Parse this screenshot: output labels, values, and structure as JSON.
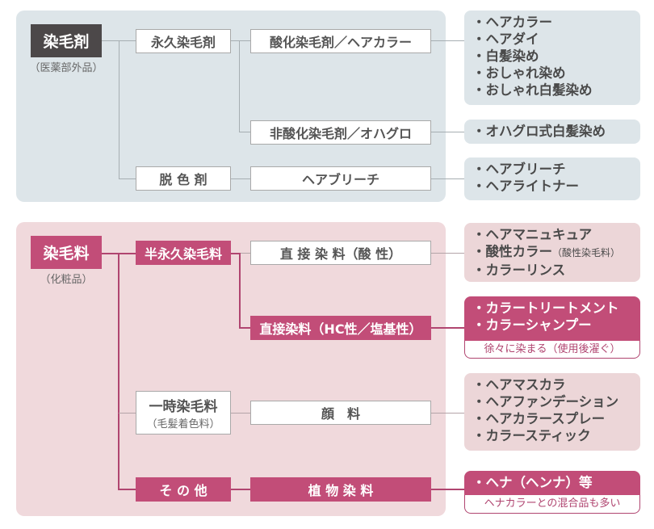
{
  "colors": {
    "gray_panel": "#dde5e9",
    "pink_panel": "#f0d9dc",
    "magenta": "#c24d78",
    "dark_node": "#4c4849"
  },
  "upper": {
    "root": {
      "label": "染毛剤",
      "sub": "（医薬部外品）"
    },
    "permanent": {
      "label": "永久染毛剤"
    },
    "oxidative": {
      "label": "酸化染毛剤／ヘアカラー"
    },
    "non_oxidative": {
      "label": "非酸化染毛剤／オハグロ"
    },
    "decolor": {
      "label": "脱 色 剤"
    },
    "bleach": {
      "label": "ヘアブリーチ"
    },
    "list_oxidative": [
      "・ヘアカラー",
      "・ヘアダイ",
      "・白髪染め",
      "・おしゃれ染め",
      "・おしゃれ白髪染め"
    ],
    "list_non_oxidative": [
      "・オハグロ式白髪染め"
    ],
    "list_bleach": [
      "・ヘアブリーチ",
      "・ヘアライトナー"
    ]
  },
  "lower": {
    "root": {
      "label": "染毛料",
      "sub": "（化粧品）"
    },
    "semi_permanent": {
      "label": "半永久染毛料"
    },
    "direct_acid": {
      "label": "直 接 染 料（酸 性）"
    },
    "direct_hc": {
      "label": "直接染料（HC性／塩基性）"
    },
    "temporary": {
      "label": "一時染毛料",
      "sub": "（毛髪着色料）"
    },
    "pigment": {
      "label": "顔　料"
    },
    "other": {
      "label": "そ の 他"
    },
    "plant": {
      "label": "植 物 染 料"
    },
    "list_acid": {
      "items": [
        "・ヘアマニュキュア",
        "・酸性カラー",
        "・カラーリンス"
      ],
      "acid_note": "（酸性染毛料）"
    },
    "list_hc": {
      "items": [
        "・カラートリートメント",
        "・カラーシャンプー"
      ],
      "note": "徐々に染まる（使用後濯ぐ）"
    },
    "list_pigment": [
      "・ヘアマスカラ",
      "・ヘアファンデーション",
      "・ヘアカラースプレー",
      "・カラースティック"
    ],
    "list_plant": {
      "items": [
        "・ヘナ（ヘンナ）等"
      ],
      "note": "ヘナカラーとの混合品も多い"
    }
  }
}
